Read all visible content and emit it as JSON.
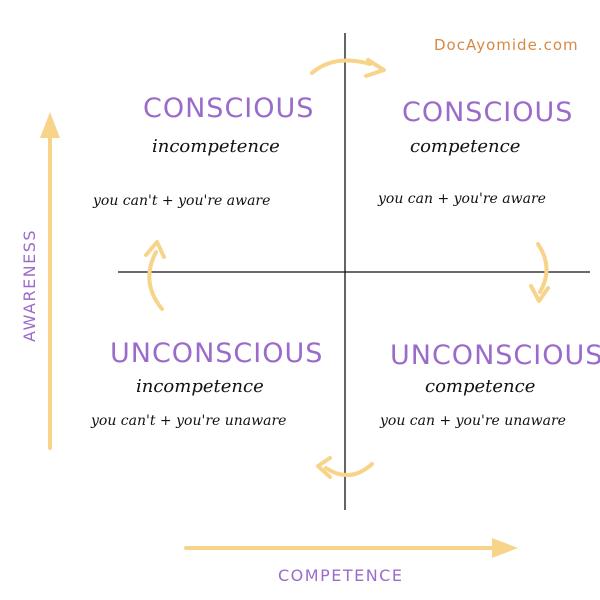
{
  "watermark": "DocAyomide.com",
  "axes": {
    "y_label": "AWARENESS",
    "x_label": "COMPETENCE"
  },
  "quadrants": {
    "top_left": {
      "title": "CONSCIOUS",
      "subtitle": "incompetence",
      "description": "you can't + you're aware"
    },
    "top_right": {
      "title": "CONSCIOUS",
      "subtitle": "competence",
      "description": "you can + you're aware"
    },
    "bottom_left": {
      "title": "UNCONSCIOUS",
      "subtitle": "incompetence",
      "description": "you can't + you're unaware"
    },
    "bottom_right": {
      "title": "UNCONSCIOUS",
      "subtitle": "competence",
      "description": "you can + you're unaware"
    }
  },
  "colors": {
    "title_purple": "#9b6bcb",
    "arrow_yellow": "#f8d48a",
    "watermark_orange": "#d68a43",
    "text_black": "#111111"
  }
}
